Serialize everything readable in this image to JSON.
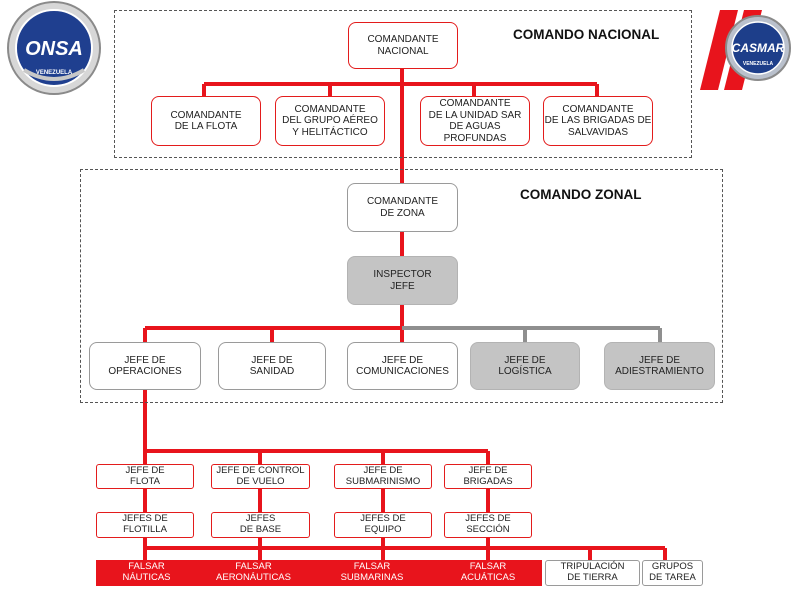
{
  "logos": {
    "left": {
      "name": "ONSA",
      "subtitle": "VENEZUELA"
    },
    "right": {
      "name": "CASMAR",
      "subtitle": "VENEZUELA"
    }
  },
  "regions": {
    "nacional": "COMANDO NACIONAL",
    "zonal": "COMANDO ZONAL"
  },
  "colors": {
    "accent_red": "#e8141c",
    "gray_box": "#c4c4c4",
    "dashed_border": "#555555"
  },
  "nodes": {
    "comandante_nacional": "COMANDANTE\nNACIONAL",
    "comandante_flota": "COMANDANTE\nDE LA FLOTA",
    "comandante_grupo_aereo": "COMANDANTE\nDEL GRUPO AÉREO\nY HELITÁCTICO",
    "comandante_unidad_sar": "COMANDANTE\nDE LA UNIDAD SAR\nDE AGUAS\nPROFUNDAS",
    "comandante_brigadas": "COMANDANTE\nDE LAS BRIGADAS DE\nSALVAVIDAS",
    "comandante_zona": "COMANDANTE\nDE ZONA",
    "inspector_jefe": "INSPECTOR\nJEFE",
    "jefe_operaciones": "JEFE DE\nOPERACIONES",
    "jefe_sanidad": "JEFE DE\nSANIDAD",
    "jefe_comunicaciones": "JEFE DE\nCOMUNICACIONES",
    "jefe_logistica": "JEFE DE\nLOGÍSTICA",
    "jefe_adiestramiento": "JEFE DE\nADIESTRAMIENTO",
    "jefe_flota": "JEFE DE\nFLOTA",
    "jefe_control_vuelo": "JEFE DE CONTROL\nDE VUELO",
    "jefe_submarinismo": "JEFE DE\nSUBMARINISMO",
    "jefe_brigadas": "JEFE DE\nBRIGADAS",
    "jefes_flotilla": "JEFES DE\nFLOTILLA",
    "jefes_base": "JEFES\nDE BASE",
    "jefes_equipo": "JEFES DE\nEQUIPO",
    "jefes_seccion": "JEFES DE\nSECCIÓN",
    "falsar_nauticas": "FALSAR\nNÁUTICAS",
    "falsar_aeronauticas": "FALSAR\nAERONÁUTICAS",
    "falsar_submarinas": "FALSAR\nSUBMARINAS",
    "falsar_acuaticas": "FALSAR\nACUÁTICAS",
    "tripulacion_tierra": "TRIPULACIÓN\nDE TIERRA",
    "grupos_tarea": "GRUPOS\nDE TAREA"
  }
}
